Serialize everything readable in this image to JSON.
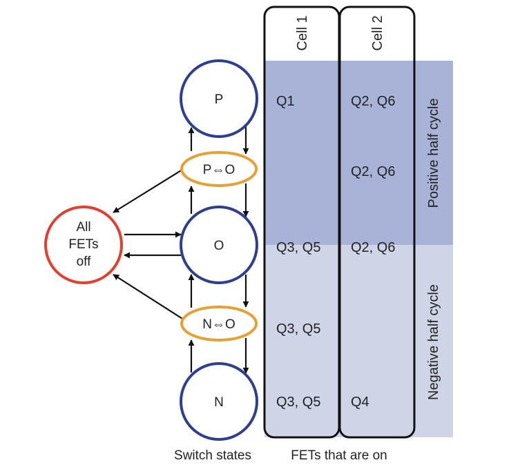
{
  "colors": {
    "positive_band": "#a9b3d7",
    "negative_band": "#cfd4e6",
    "main_state": "#2e3f91",
    "transition_state": "#e3a233",
    "off_state": "#e0402f",
    "outline": "#111111"
  },
  "states": {
    "all_off": [
      "All",
      "FETs",
      "off"
    ],
    "p": "P",
    "p_o": "P⇔O",
    "o": "O",
    "n_o": "N⇔O",
    "n": "N"
  },
  "columns": {
    "cell1": "Cell 1",
    "cell2": "Cell 2"
  },
  "fets": {
    "p": {
      "cell1": "Q1",
      "cell2": "Q2, Q6"
    },
    "p_o": {
      "cell1": "",
      "cell2": "Q2, Q6"
    },
    "o": {
      "cell1": "Q3, Q5",
      "cell2": "Q2, Q6"
    },
    "n_o": {
      "cell1": "Q3, Q5",
      "cell2": ""
    },
    "n": {
      "cell1": "Q3, Q5",
      "cell2": "Q4"
    }
  },
  "bands": {
    "positive": "Positive half cycle",
    "negative": "Negative half cycle"
  },
  "captions": {
    "switch_states": "Switch states",
    "fets_on": "FETs that are on"
  }
}
